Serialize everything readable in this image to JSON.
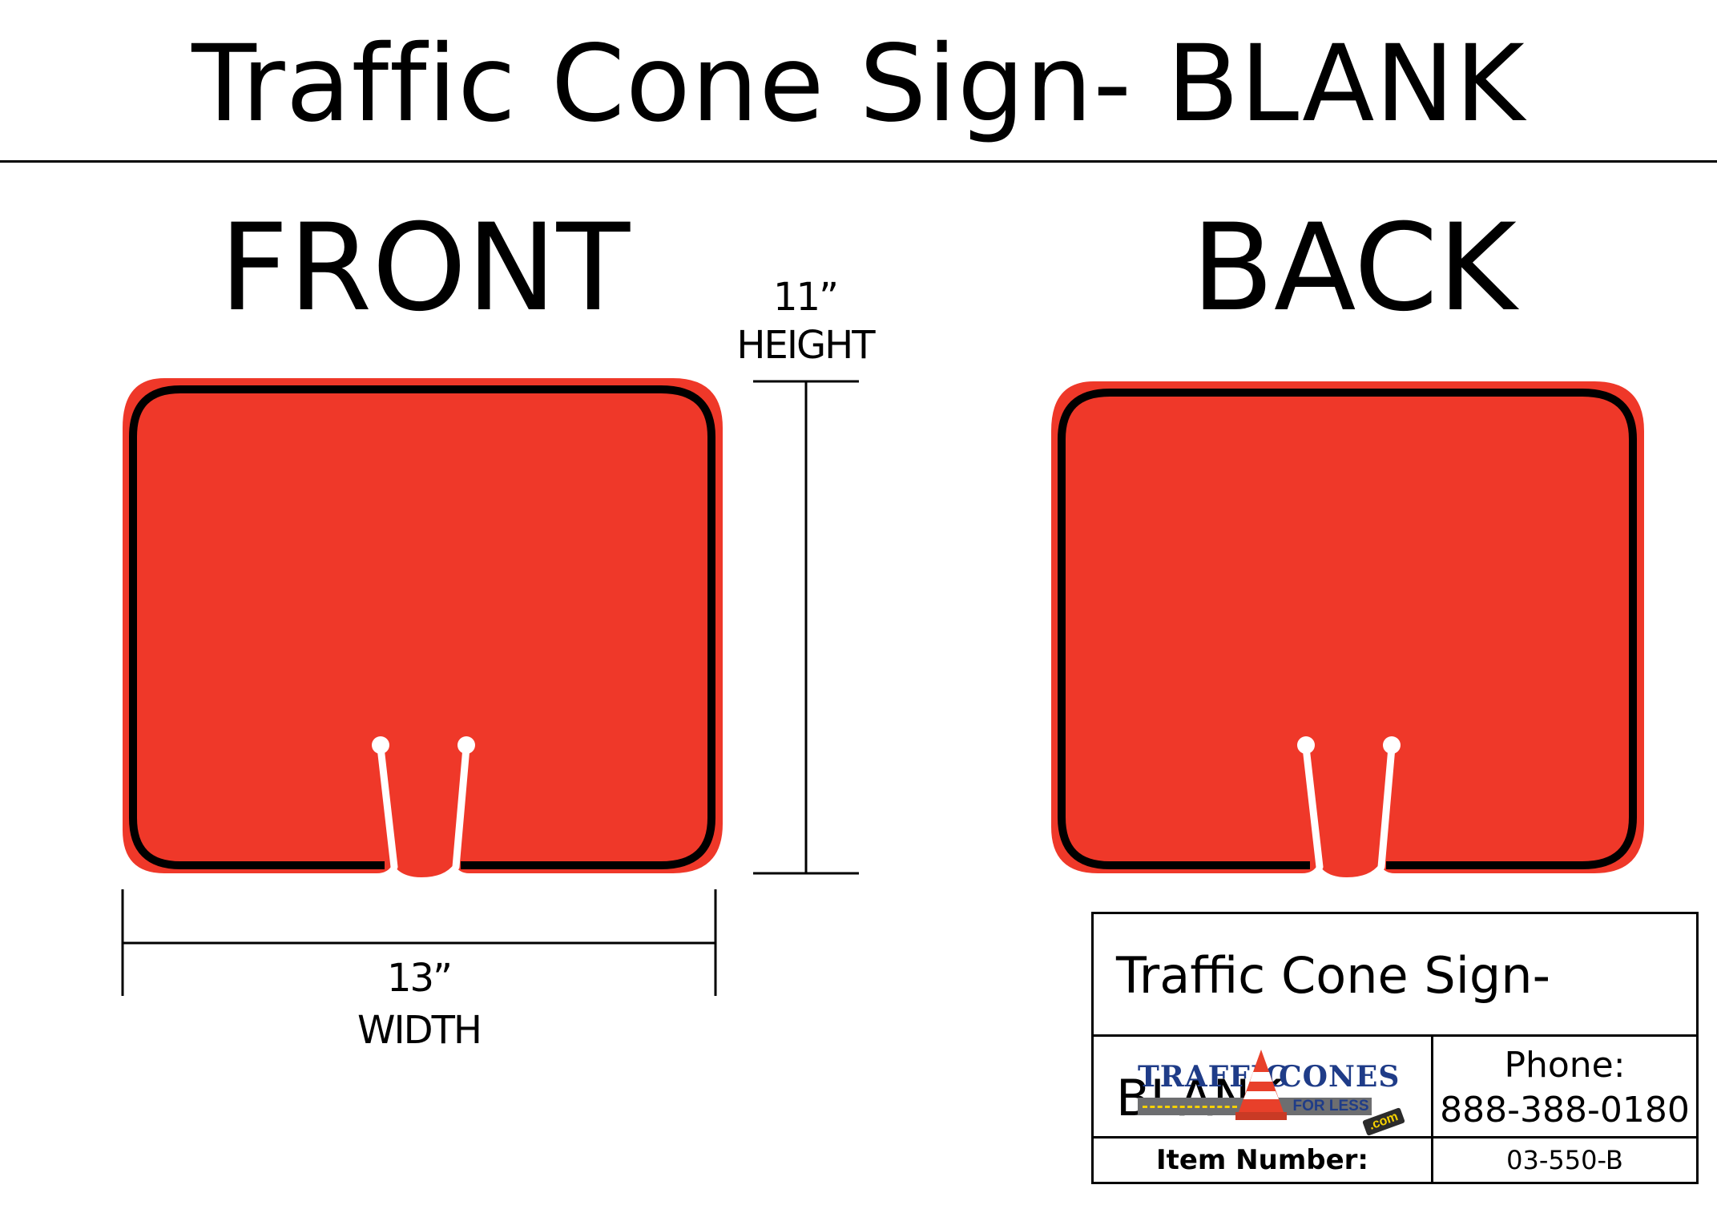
{
  "page": {
    "title": "Traffic Cone Sign- BLANK"
  },
  "views": {
    "front_label": "FRONT",
    "back_label": "BACK"
  },
  "dimensions": {
    "height_value": "11”",
    "height_label": "HEIGHT",
    "width_value": "13”",
    "width_label": "WIDTH"
  },
  "sign": {
    "fill_color": "#ef3829",
    "border_color": "#000000"
  },
  "title_block": {
    "title": "Traffic Cone Sign- BLANK",
    "logo": {
      "word1": "TRAFFIC",
      "word2": "CONES",
      "tagline": "FOR LESS",
      "tag": ".com",
      "brand_color": "#1f3c88",
      "cone_color": "#e8402a"
    },
    "phone_label": "Phone:",
    "phone_number": "888-388-0180",
    "item_label": "Item Number:",
    "item_number": "03-550-B"
  }
}
